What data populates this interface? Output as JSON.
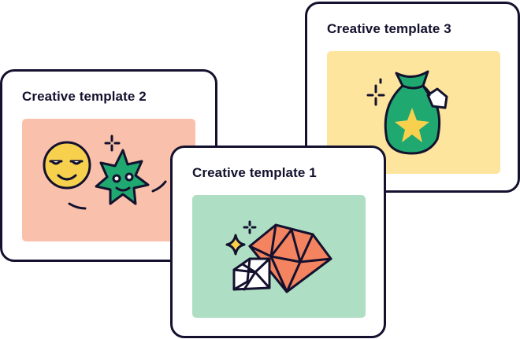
{
  "cards": [
    {
      "title": "Creative template 3",
      "bg": "#fde59e"
    },
    {
      "title": "Creative template 2",
      "bg": "#f9c1ab"
    },
    {
      "title": "Creative template 1",
      "bg": "#aedfc4"
    }
  ]
}
